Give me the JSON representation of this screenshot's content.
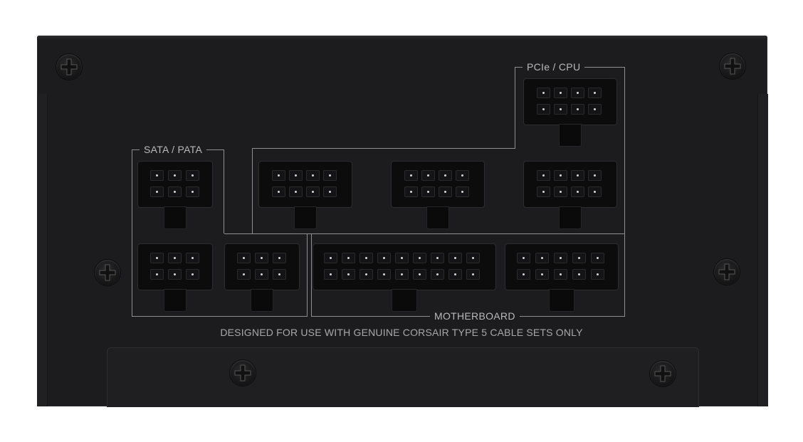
{
  "labels": {
    "pcie_cpu": "PCIe / CPU",
    "sata_pata": "SATA / PATA",
    "motherboard": "MOTHERBOARD",
    "footer": "DESIGNED FOR USE WITH GENUINE CORSAIR TYPE 5 CABLE SETS ONLY"
  },
  "icons": {
    "screw": "screw-icon"
  },
  "colors": {
    "chassis": "#1c1c1e",
    "connector": "#0c0c0d",
    "frame_line": "#8e8e92",
    "text": "#b9b9bd"
  }
}
